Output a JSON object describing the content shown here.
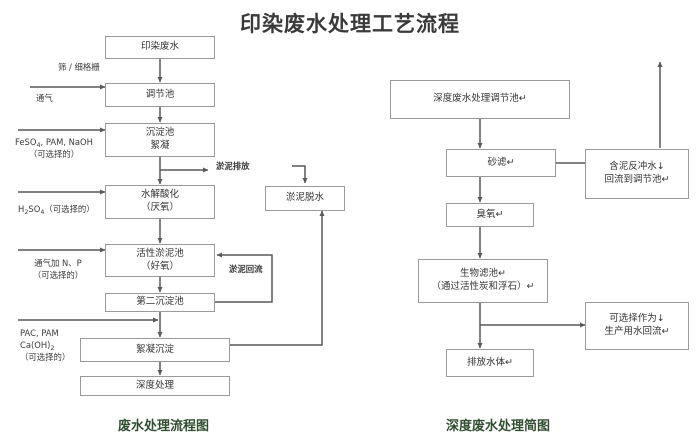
{
  "title": "印染废水处理工艺流程",
  "colors": {
    "title": "#3a3a3a",
    "caption": "#2f4f2f",
    "box_border": "#9a9a9a",
    "line": "#595959",
    "background": "#ffffff"
  },
  "left_chart": {
    "caption": "废水处理流程图",
    "nodes": [
      {
        "id": "dyeing-wastewater",
        "label": "印染废水"
      },
      {
        "id": "regulation-tank",
        "label": "调节池"
      },
      {
        "id": "sedimentation-flocculation",
        "line1": "沉淀池",
        "line2": "絮凝"
      },
      {
        "id": "hydrolysis-acidification",
        "line1": "水解酸化",
        "line2": "（厌氧）"
      },
      {
        "id": "activated-sludge-tank",
        "line1": "活性淤泥池",
        "line2": "（好氧）"
      },
      {
        "id": "second-sedimentation-tank",
        "label": "第二沉淀池"
      },
      {
        "id": "flocculation-precipitation",
        "label": "絮凝沉淀"
      },
      {
        "id": "advanced-treatment",
        "label": "深度处理"
      },
      {
        "id": "sludge-dewatering",
        "label": "淤泥脱水"
      }
    ],
    "annotations": [
      {
        "id": "screen-fine-grate",
        "text": "筛 / 细格栅"
      },
      {
        "id": "aeration",
        "text": "通气"
      },
      {
        "id": "feso4-pam-naoh",
        "line1": "FeSO4, PAM, NaOH",
        "line2": "（可选择的）"
      },
      {
        "id": "h2so4-optional",
        "line1": "H2SO4（可选择的）"
      },
      {
        "id": "aeration-n-p",
        "line1": "通气加 N、P",
        "line2": "（可选择的）"
      },
      {
        "id": "pac-pam-caoh2",
        "line1": "PAC, PAM",
        "line2": "Ca(OH)2",
        "line3": "（可选择的）"
      },
      {
        "id": "sludge-discharge",
        "text": "淤泥排放"
      },
      {
        "id": "sludge-return",
        "text": "淤泥回流"
      }
    ]
  },
  "right_chart": {
    "caption": "深度废水处理简图",
    "nodes": [
      {
        "id": "advanced-regulation-tank",
        "label": "深度废水处理调节池↵"
      },
      {
        "id": "sand-filter",
        "label": "砂滤↵"
      },
      {
        "id": "ozone",
        "label": "臭氧↵"
      },
      {
        "id": "biological-filter",
        "line1": "生物滤池↵",
        "line2": "（通过活性炭和浮石）↵"
      },
      {
        "id": "discharge-water-body",
        "label": "排放水体↵"
      },
      {
        "id": "mud-backwash-return",
        "line1": "含泥反冲水↓",
        "line2": "回流到调节池↵"
      },
      {
        "id": "optional-production-reuse",
        "line1": "可选择作为↓",
        "line2": "生产用水回流↵"
      }
    ]
  }
}
